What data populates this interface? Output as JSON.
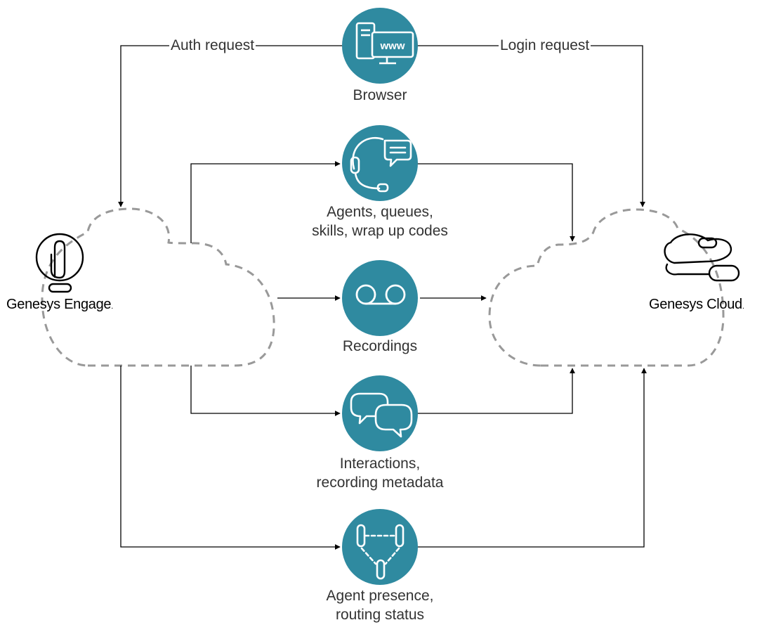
{
  "colors": {
    "node_fill": "#2f8aa0",
    "icon_stroke": "#ffffff",
    "line": "#000000",
    "cloud_outline": "#999999"
  },
  "systems": {
    "engage": {
      "name": "Genesys Engage",
      "mark": ".",
      "icon": "paperclip-logo-icon"
    },
    "cloud": {
      "name": "Genesys Cloud",
      "mark": ".",
      "icon": "cloud-links-logo-icon"
    }
  },
  "nodes": [
    {
      "id": "browser",
      "icon": "www-browser-icon",
      "label_lines": [
        "Browser"
      ]
    },
    {
      "id": "agents",
      "icon": "headset-chat-icon",
      "label_lines": [
        "Agents, queues,",
        "skills, wrap up codes"
      ]
    },
    {
      "id": "recordings",
      "icon": "voicemail-tape-icon",
      "label_lines": [
        "Recordings"
      ]
    },
    {
      "id": "interactions",
      "icon": "chat-bubbles-icon",
      "label_lines": [
        "Interactions,",
        "recording metadata"
      ]
    },
    {
      "id": "presence",
      "icon": "presence-status-icon",
      "label_lines": [
        "Agent presence,",
        "routing status"
      ]
    }
  ],
  "edges": [
    {
      "id": "auth",
      "label": "Auth request",
      "from": "browser",
      "to": "engage"
    },
    {
      "id": "login",
      "label": "Login request",
      "from": "browser",
      "to": "cloud"
    },
    {
      "id": "e-agents-in",
      "label": "",
      "from": "engage",
      "to": "agents"
    },
    {
      "id": "e-agents-out",
      "label": "",
      "from": "agents",
      "to": "cloud"
    },
    {
      "id": "e-rec-in",
      "label": "",
      "from": "engage",
      "to": "recordings"
    },
    {
      "id": "e-rec-out",
      "label": "",
      "from": "recordings",
      "to": "cloud"
    },
    {
      "id": "e-int-in",
      "label": "",
      "from": "engage",
      "to": "interactions"
    },
    {
      "id": "e-int-out",
      "label": "",
      "from": "interactions",
      "to": "cloud"
    },
    {
      "id": "e-pres-in",
      "label": "",
      "from": "engage",
      "to": "presence"
    },
    {
      "id": "e-pres-out",
      "label": "",
      "from": "presence",
      "to": "cloud"
    }
  ]
}
